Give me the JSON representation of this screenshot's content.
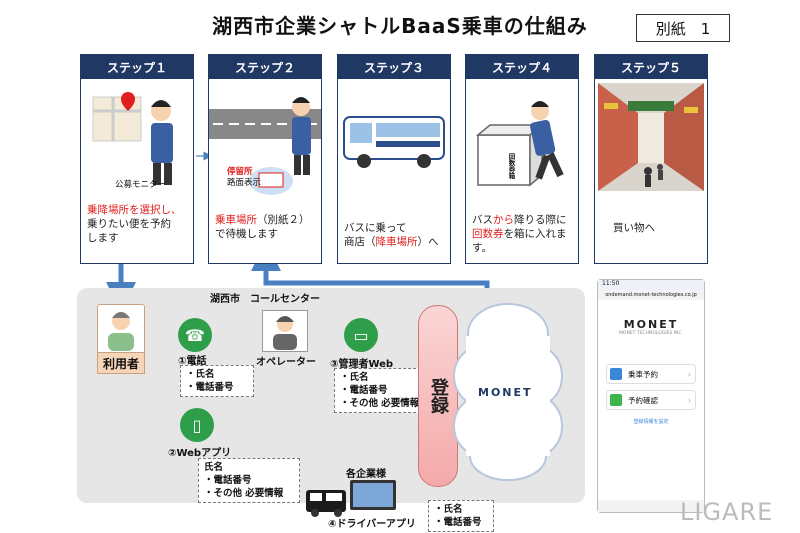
{
  "title": "湖西市企業シャトルBaaS乗車の仕組み",
  "attachment": "別紙　1",
  "steps": [
    {
      "label": "ステップ１",
      "pic_label": "公募モニター",
      "text": [
        {
          "t": "乗降場所を選択し、",
          "red": true
        },
        {
          "t": "乗りたい便を予約",
          "red": false
        },
        {
          "t": "します",
          "red": false
        }
      ]
    },
    {
      "label": "ステップ２",
      "pic_label_1": "停留所",
      "pic_label_2": "路面表示",
      "text": [
        {
          "t": "乗車場所",
          "red": true,
          "rest": "（別紙２）"
        },
        {
          "t": "で待機します",
          "red": false
        }
      ]
    },
    {
      "label": "ステップ３",
      "text": [
        {
          "t": "バスに乗って",
          "red": false
        },
        {
          "t": "商店（",
          "red": false,
          "red_part": "降車場所",
          "rest": "）へ"
        }
      ]
    },
    {
      "label": "ステップ４",
      "box_label": "回数券箱",
      "text": [
        {
          "t": "バス",
          "red": false,
          "red_part": "から",
          "rest": "降りる際に"
        },
        {
          "t": "回数券",
          "red": true,
          "rest": "を箱に入れま"
        },
        {
          "t": "す。",
          "red": false
        }
      ]
    },
    {
      "label": "ステップ５",
      "text": [
        {
          "t": "買い物へ",
          "red": false
        }
      ]
    }
  ],
  "call_center": {
    "label": "湖西市　コールセンター",
    "user": "利用者",
    "operator": "オペレーター",
    "register": "登録",
    "monet": "MONET",
    "phone_label": "①電話",
    "phone_info": [
      "・氏名",
      "・電話番号"
    ],
    "admin_label": "③管理者Web",
    "admin_info": [
      "・氏名",
      "・電話番号",
      "・その他 必要情報"
    ],
    "webapp_label": "②Webアプリ",
    "webapp_info": [
      "氏名",
      "・電話番号",
      "・その他 必要情報"
    ],
    "companies": "各企業様",
    "driver_label": "④ドライバーアプリ",
    "driver_info": [
      "・氏名",
      "・電話番号"
    ]
  },
  "phone": {
    "status_time": "11:50",
    "url": "ondemand.monet-technologies.co.jp",
    "brand": "MONET",
    "brand_sub": "MONET TECHNOLOGIES INC.",
    "menu": [
      "乗車予約",
      "予約確認"
    ],
    "footer": "登録情報を設定"
  },
  "watermark": "LIGARE",
  "colors": {
    "navy": "#1f3864",
    "red": "#e0201e",
    "arrow_gray": "#8a8a8a",
    "arrow_blue": "#4a7fc1",
    "green": "#2e9e4a"
  }
}
